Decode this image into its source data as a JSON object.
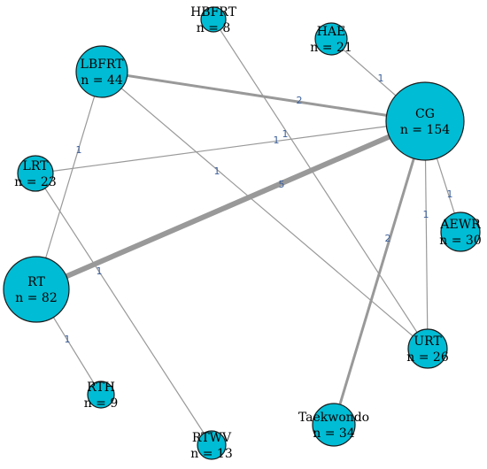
{
  "network": {
    "node_color": "#00bcd4",
    "edge_color": "#999999",
    "edge_label_color": "#3b5f9a",
    "nodes": [
      {
        "id": "CG",
        "name": "CG",
        "count": "n = 154"
      },
      {
        "id": "HAE",
        "name": "HAE",
        "count": "n = 21"
      },
      {
        "id": "HBFRT",
        "name": "HBFRT",
        "count": "n = 8"
      },
      {
        "id": "LBFRT",
        "name": "LBFRT",
        "count": "n = 44"
      },
      {
        "id": "LRT",
        "name": "LRT",
        "count": "n = 23"
      },
      {
        "id": "RT",
        "name": "RT",
        "count": "n = 82"
      },
      {
        "id": "RTH",
        "name": "RTH",
        "count": "n = 9"
      },
      {
        "id": "RTWV",
        "name": "RTWV",
        "count": "n = 13"
      },
      {
        "id": "Taekwondo",
        "name": "Taekwondo",
        "count": "n = 34"
      },
      {
        "id": "URT",
        "name": "URT",
        "count": "n = 26"
      },
      {
        "id": "AEWR",
        "name": "AEWR",
        "count": "n = 30"
      }
    ],
    "edges": [
      {
        "from": "CG",
        "to": "HAE",
        "weight": "1"
      },
      {
        "from": "CG",
        "to": "LBFRT",
        "weight": "2"
      },
      {
        "from": "CG",
        "to": "LRT",
        "weight": "1"
      },
      {
        "from": "CG",
        "to": "RT",
        "weight": "5"
      },
      {
        "from": "CG",
        "to": "Taekwondo",
        "weight": "2"
      },
      {
        "from": "CG",
        "to": "URT",
        "weight": "1"
      },
      {
        "from": "CG",
        "to": "AEWR",
        "weight": "1"
      },
      {
        "from": "HBFRT",
        "to": "URT",
        "weight": "1"
      },
      {
        "from": "LBFRT",
        "to": "URT",
        "weight": "1"
      },
      {
        "from": "LBFRT",
        "to": "RT",
        "weight": "1"
      },
      {
        "from": "LRT",
        "to": "RTWV",
        "weight": "1"
      },
      {
        "from": "RT",
        "to": "RTH",
        "weight": "1"
      }
    ]
  }
}
